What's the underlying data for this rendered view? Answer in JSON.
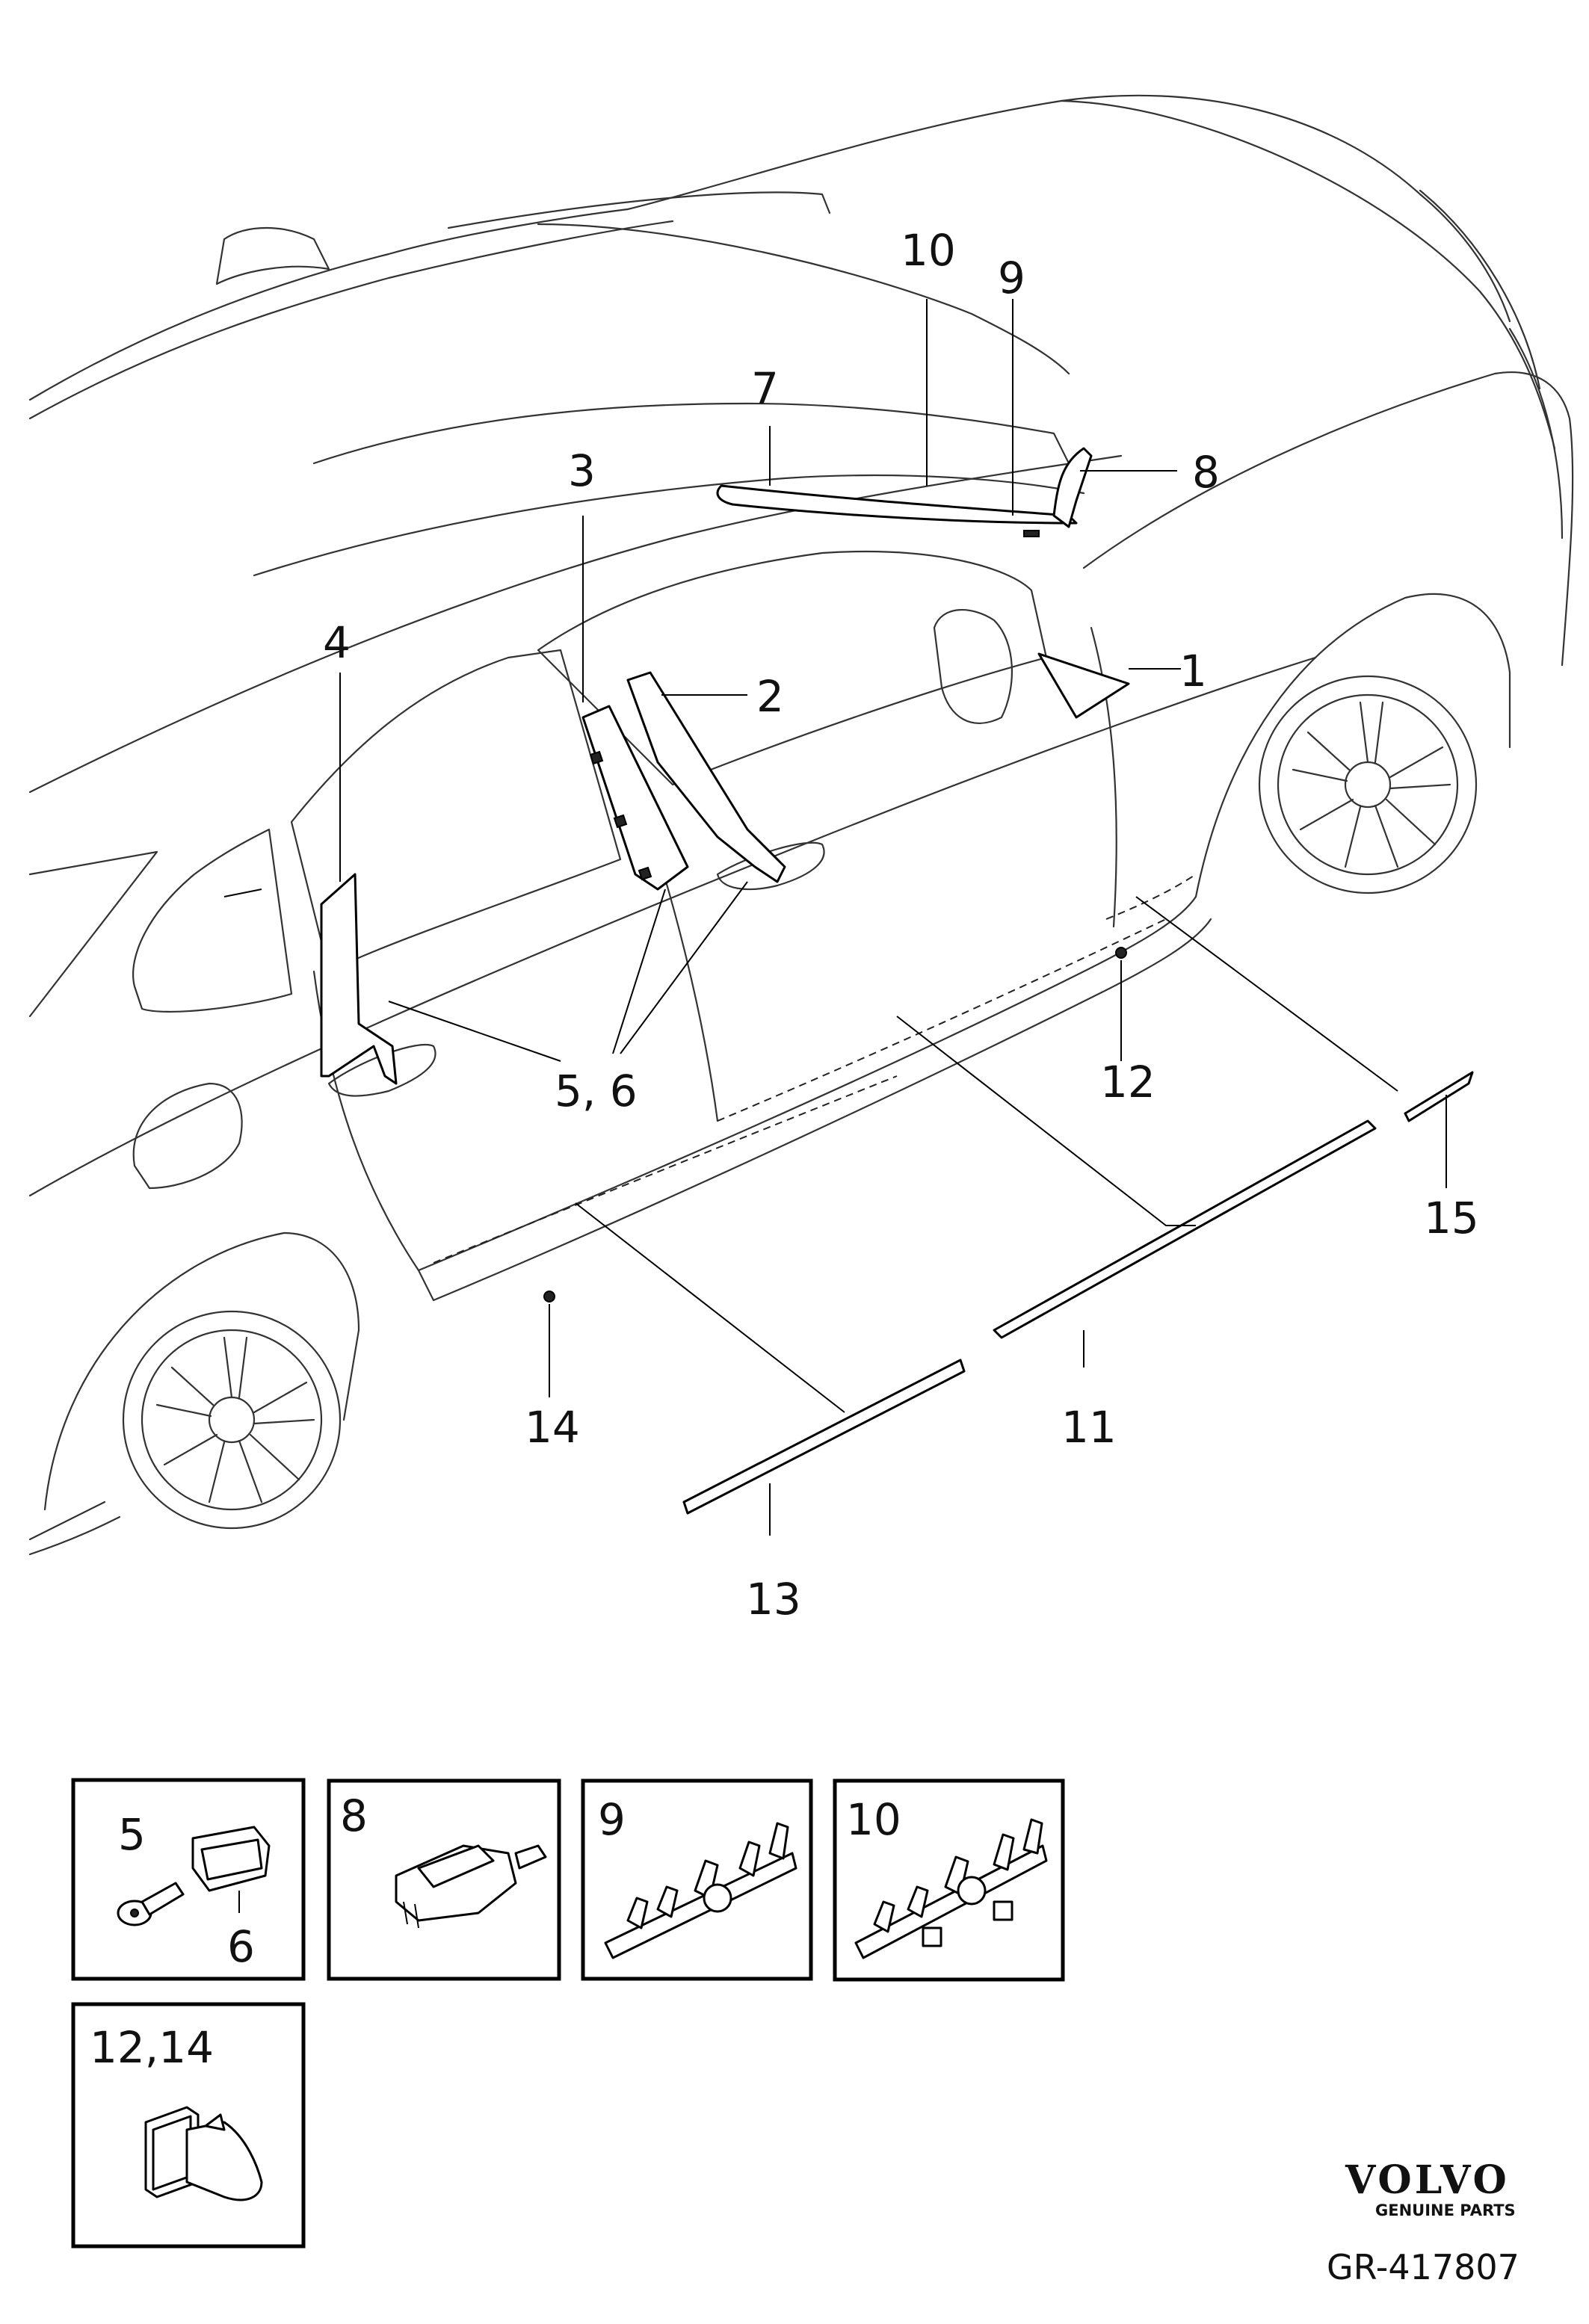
{
  "callouts": {
    "c1": "1",
    "c2": "2",
    "c3": "3",
    "c4": "4",
    "c56": "5, 6",
    "c7": "7",
    "c8": "8",
    "c9": "9",
    "c10": "10",
    "c11": "11",
    "c12": "12",
    "c13": "13",
    "c14": "14",
    "c15": "15"
  },
  "detail_boxes": {
    "box_5_6": {
      "label_5": "5",
      "label_6": "6"
    },
    "box_8": {
      "label": "8"
    },
    "box_9": {
      "label": "9"
    },
    "box_10": {
      "label": "10"
    },
    "box_12_14": {
      "label": "12,14"
    }
  },
  "brand": {
    "logo_text": "VOLVO",
    "tagline": "GENUINE PARTS"
  },
  "drawing_ref": "GR-417807"
}
